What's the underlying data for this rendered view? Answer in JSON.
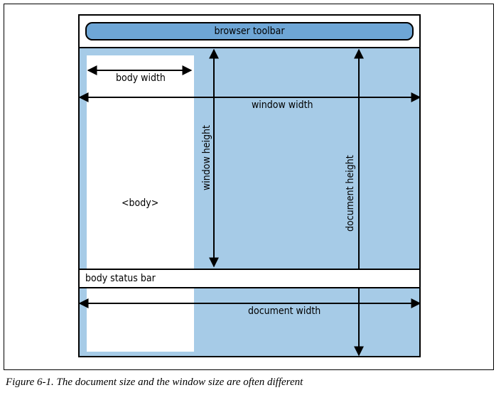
{
  "diagram": {
    "toolbar_label": "browser toolbar",
    "body_label": "<body>",
    "status_bar_label": "body status bar",
    "arrows": {
      "body_width": "body width",
      "window_width": "window width",
      "window_height": "window height",
      "document_height": "document height",
      "document_width": "document width"
    }
  },
  "caption": "Figure 6-1. The document size and the window size are often different",
  "colors": {
    "window_fill": "#a6cbe7",
    "toolbar_fill": "#6ea6d6",
    "body_fill": "#ffffff",
    "line": "#000000"
  }
}
